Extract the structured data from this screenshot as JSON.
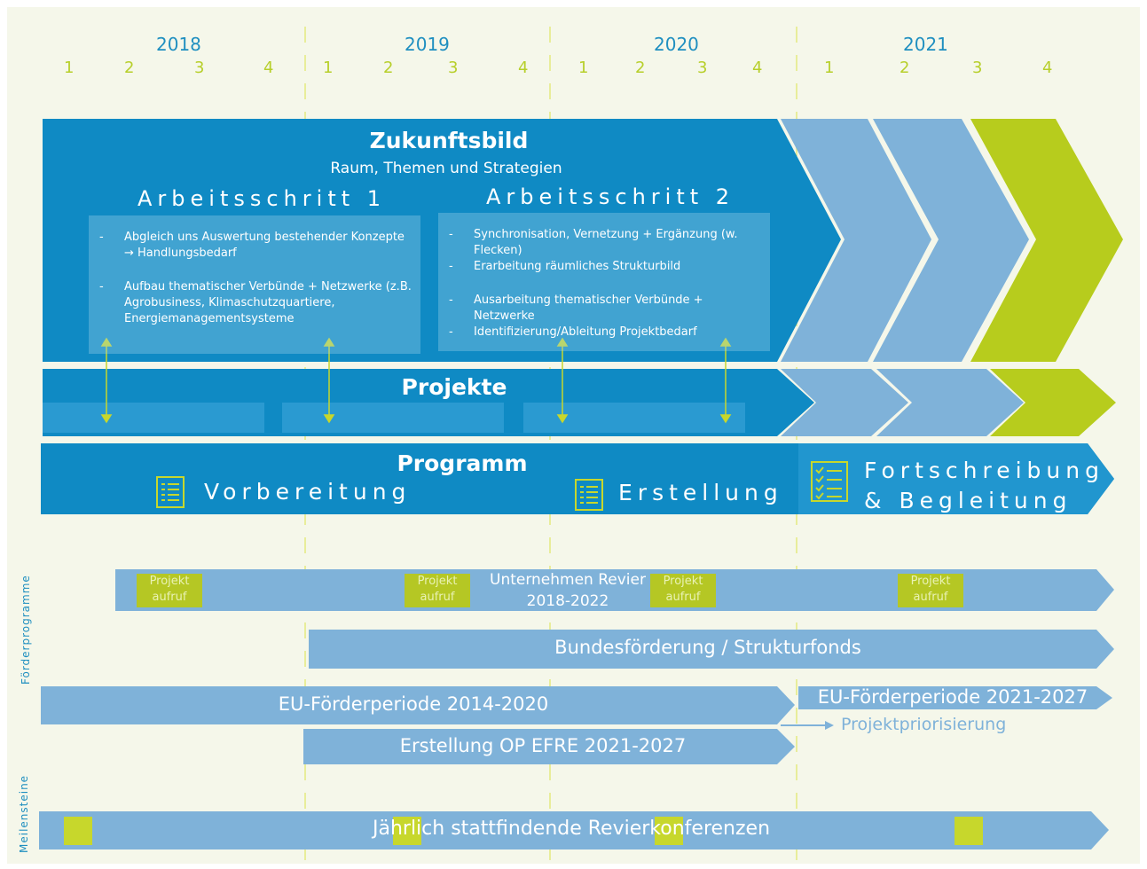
{
  "colors": {
    "background": "#f5f7ea",
    "dark_blue": "#0f8ac4",
    "mid_blue": "#2196cf",
    "light_blue": "#7fb2d9",
    "green": "#b7cc1d",
    "dashed": "#e8ed9a"
  },
  "timeline": {
    "years": [
      {
        "label": "2018",
        "quarters": [
          "1",
          "2",
          "3",
          "4"
        ]
      },
      {
        "label": "2019",
        "quarters": [
          "1",
          "2",
          "3",
          "4"
        ]
      },
      {
        "label": "2020",
        "quarters": [
          "1",
          "2",
          "3",
          "4"
        ]
      },
      {
        "label": "2021",
        "quarters": [
          "1",
          "2",
          "3",
          "4"
        ]
      }
    ]
  },
  "zukunftsbild": {
    "title": "Zukunftsbild",
    "subtitle": "Raum, Themen und Strategien",
    "step1": {
      "title": "Arbeitsschritt 1",
      "items": [
        "Abgleich uns Auswertung bestehender Konzepte → Handlungsbedarf",
        "Aufbau thematischer Verbünde + Netzwerke (z.B. Agrobusiness, Klimaschutzquartiere, Energiemanagementsysteme"
      ]
    },
    "step2": {
      "title": "Arbeitsschritt 2",
      "items": [
        "Synchronisation, Vernetzung + Ergänzung (w. Flecken)",
        "Erarbeitung räumliches Strukturbild",
        "Ausarbeitung thematischer Verbünde + Netzwerke",
        "Identifizierung/Ableitung Projektbedarf"
      ]
    }
  },
  "projekte": {
    "title": "Projekte"
  },
  "programm": {
    "title": "Programm",
    "phases": [
      {
        "label": "Vorbereitung",
        "icon": "checklist-icon"
      },
      {
        "label": "Erstellung",
        "icon": "checklist-icon"
      },
      {
        "label_line1": "Fortschreibung",
        "label_line2": "& Begleitung",
        "icon": "checklist-done-icon"
      }
    ]
  },
  "foerder": {
    "side_label": "Förderprogramme",
    "unternehmen_line1": "Unternehmen Revier",
    "unternehmen_line2": "2018-2022",
    "aufruf_line1": "Projekt",
    "aufruf_line2": "aufruf",
    "bund": "Bundesförderung / Strukturfonds",
    "eu1": "EU-Förderperiode 2014-2020",
    "eu2": "EU-Förderperiode 2021-2027",
    "prior": "Projektpriorisierung",
    "op": "Erstellung OP EFRE 2021-2027"
  },
  "meilensteine": {
    "side_label": "Meilensteine",
    "text": "Jährlich stattfindende Revierkonferenzen"
  }
}
